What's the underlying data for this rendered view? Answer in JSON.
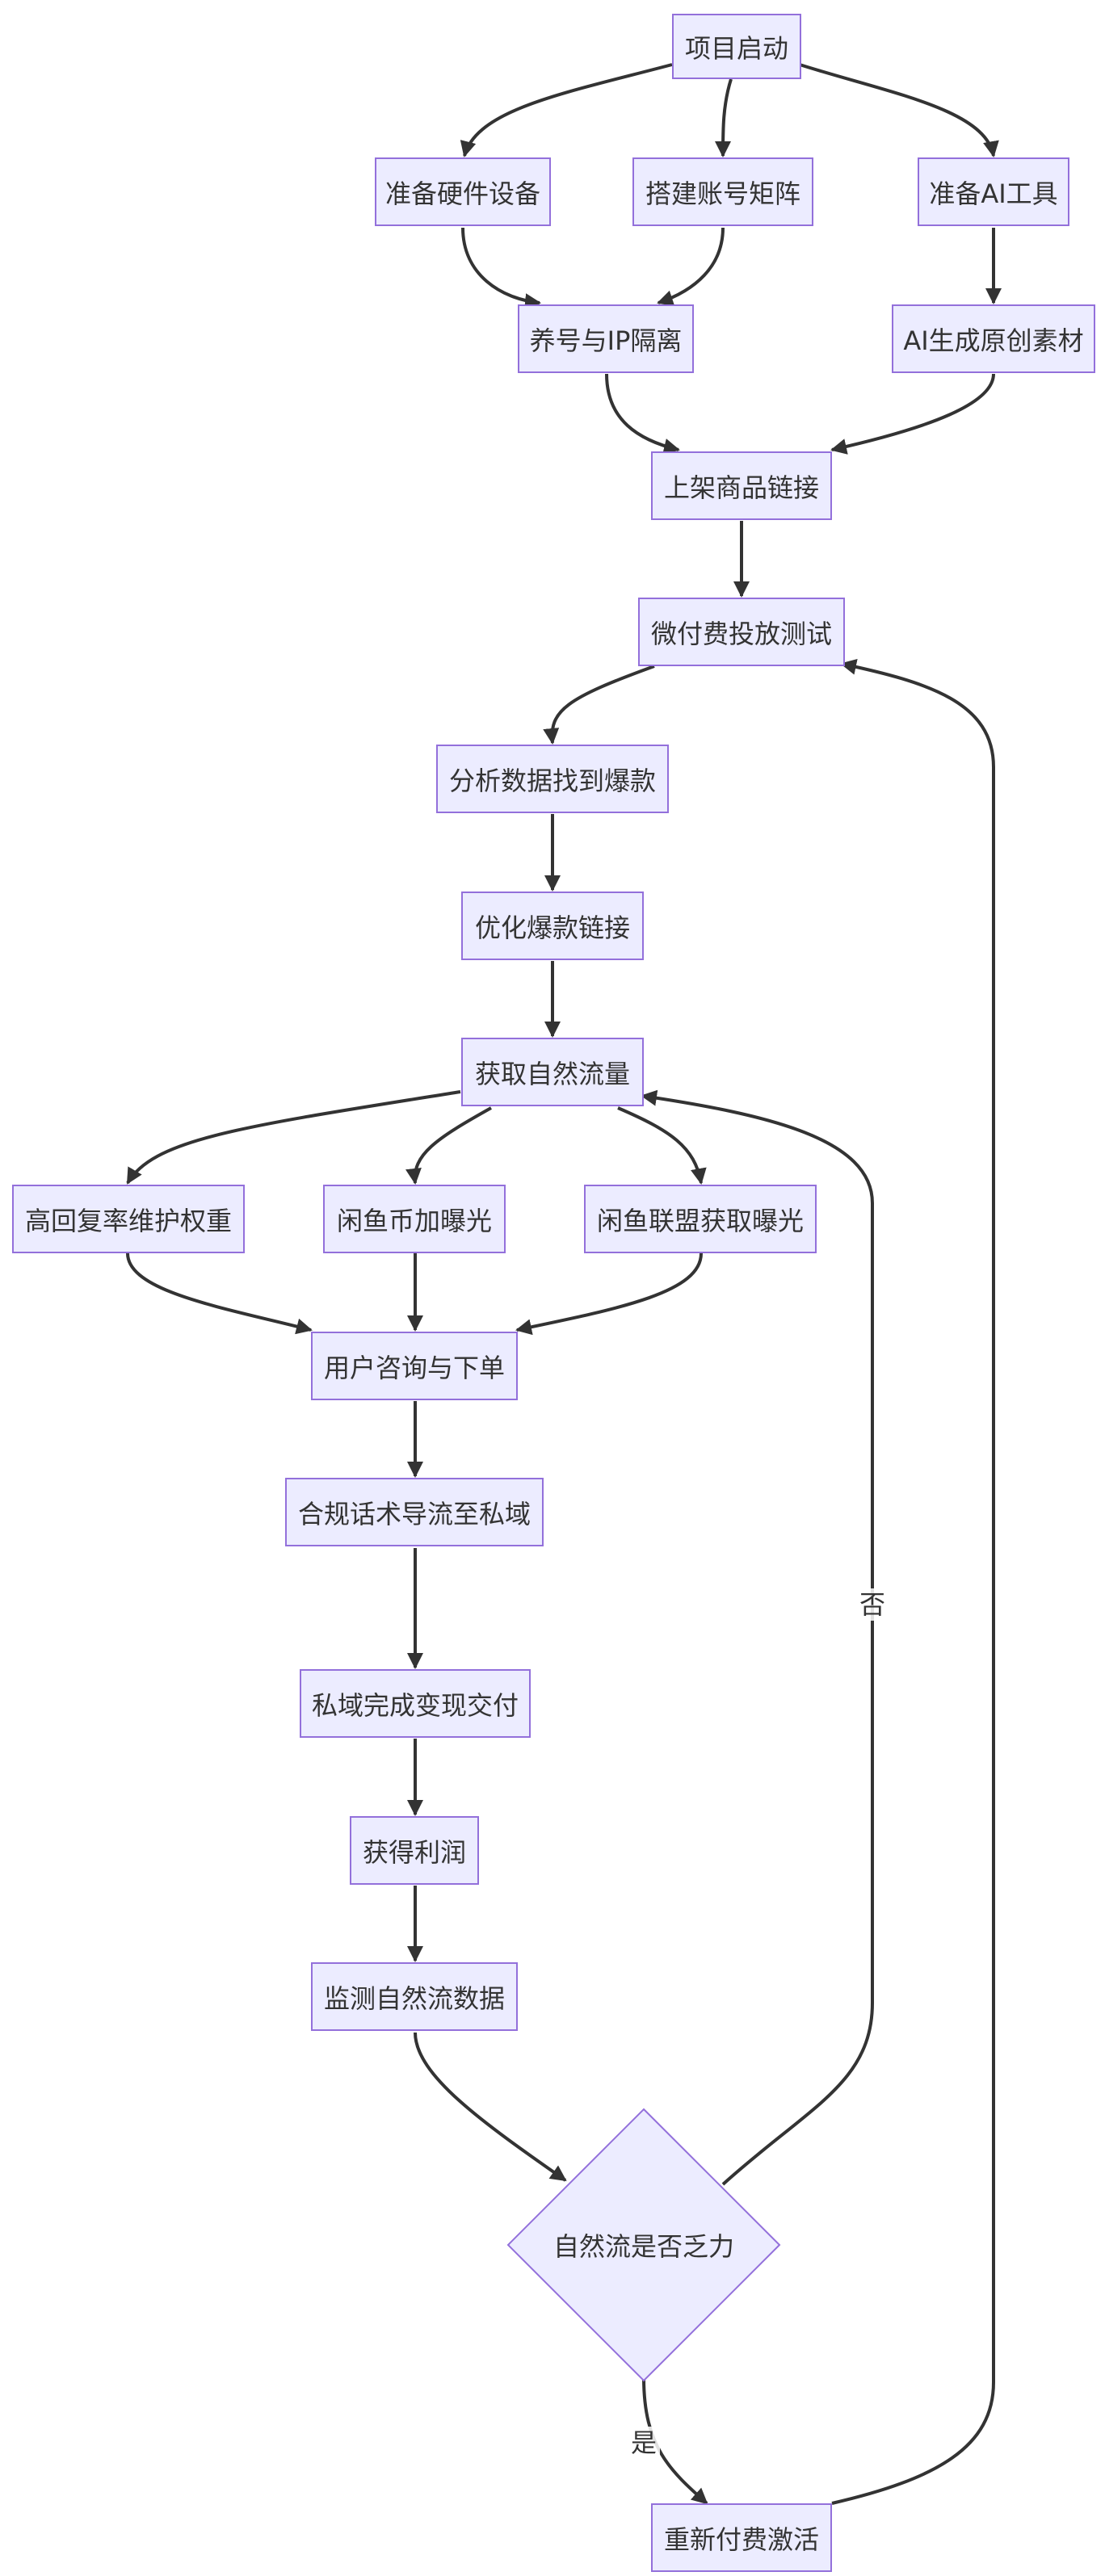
{
  "diagram": {
    "nodes": {
      "start": "项目启动",
      "hardware": "准备硬件设备",
      "accounts": "搭建账号矩阵",
      "ai_tools": "准备AI工具",
      "nurture": "养号与IP隔离",
      "ai_content": "AI生成原创素材",
      "listing": "上架商品链接",
      "paid_test": "微付费投放测试",
      "analyze": "分析数据找到爆款",
      "optimize": "优化爆款链接",
      "organic": "获取自然流量",
      "repurchase": "高回复率维护权重",
      "coins": "闲鱼币加曝光",
      "alliance": "闲鱼联盟获取曝光",
      "inquiry": "用户咨询与下单",
      "private": "合规话术导流至私域",
      "monetize": "私域完成变现交付",
      "profit": "获得利润",
      "monitor": "监测自然流数据",
      "decision": "自然流是否乏力",
      "reactivate": "重新付费激活"
    },
    "edge_labels": {
      "no": "否",
      "yes": "是"
    },
    "colors": {
      "node_fill": "#ececff",
      "node_border": "#9370db",
      "edge": "#333333",
      "text": "#333333"
    }
  }
}
